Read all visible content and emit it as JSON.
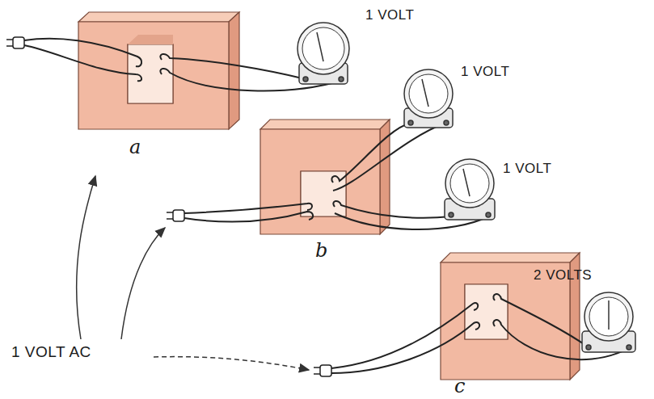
{
  "diagram": {
    "labels": [
      "1 VOLT",
      "1 VOLT",
      "a",
      "1 VOLT",
      "b",
      "2 VOLTS",
      "1 VOLT AC",
      "c"
    ]
  }
}
